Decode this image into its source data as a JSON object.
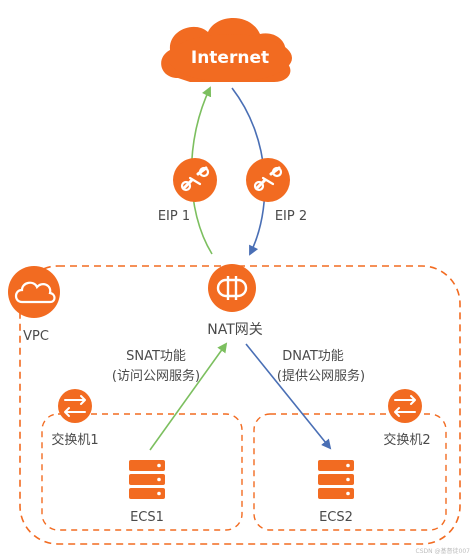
{
  "internet": {
    "label": "Internet"
  },
  "eip1": {
    "label": "EIP 1"
  },
  "eip2": {
    "label": "EIP 2"
  },
  "nat": {
    "label": "NAT网关"
  },
  "vpc": {
    "label": "VPC"
  },
  "snat": {
    "line1": "SNAT功能",
    "line2": "(访问公网服务)"
  },
  "dnat": {
    "line1": "DNAT功能",
    "line2": "(提供公网服务)"
  },
  "switch1": {
    "label": "交换机1"
  },
  "switch2": {
    "label": "交换机2"
  },
  "ecs1": {
    "label": "ECS1"
  },
  "ecs2": {
    "label": "ECS2"
  },
  "watermark": {
    "text": "CSDN @基督徒007"
  },
  "colors": {
    "orange": "#f26b21",
    "green": "#7cbf5f",
    "blue": "#4a6fb5"
  }
}
